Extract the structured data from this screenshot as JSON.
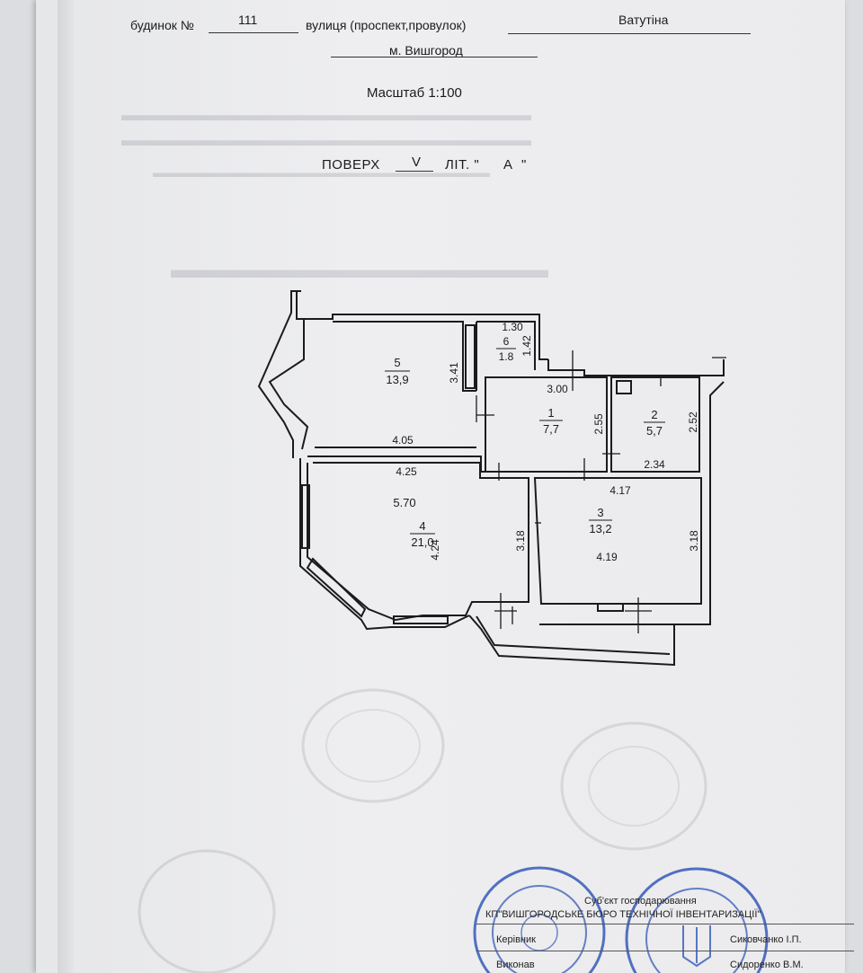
{
  "header": {
    "building_label": "будинок №",
    "building_number": "111",
    "street_label": "вулиця (проспект,провулок)",
    "street_value": "Ватутіна",
    "city_value": "м. Вишгород"
  },
  "scale_text": "Масштаб 1:100",
  "floor": {
    "label": "ПОВЕРХ",
    "value": "V",
    "lit_label": "ЛІТ. \"",
    "lit_value": "А",
    "lit_close": "\""
  },
  "plan": {
    "rooms": [
      {
        "number": "5",
        "area": "13,9"
      },
      {
        "number": "6",
        "area": "1.8"
      },
      {
        "number": "1",
        "area": "7,7"
      },
      {
        "number": "2",
        "area": "5,7"
      },
      {
        "number": "4",
        "area": "21,0"
      },
      {
        "number": "3",
        "area": "13,2"
      }
    ],
    "dimensions": {
      "d_3_41": "3.41",
      "d_1_30": "1.30",
      "d_1_42": "1.42",
      "d_3_00": "3.00",
      "d_2_55": "2.55",
      "d_2_52": "2.52",
      "d_2_34": "2.34",
      "d_4_05": "4.05",
      "d_4_25": "4.25",
      "d_5_70": "5.70",
      "d_4_24": "4.24",
      "d_3_18_a": "3.18",
      "d_4_17": "4.17",
      "d_3_18_b": "3.18",
      "d_4_19": "4.19"
    }
  },
  "stamp": {
    "line1": "Суб'єкт господарювання",
    "line2": "КП\"ВИШГОРОДСЬКЕ БЮРО ТЕХНІЧНОЇ ІНВЕНТАРИЗАЦІЇ\"",
    "manager_label": "Керівник",
    "manager_name": "Сиковчанко І.П.",
    "executor_label": "Виконав",
    "executor_name": "Сидоренко В.М."
  }
}
